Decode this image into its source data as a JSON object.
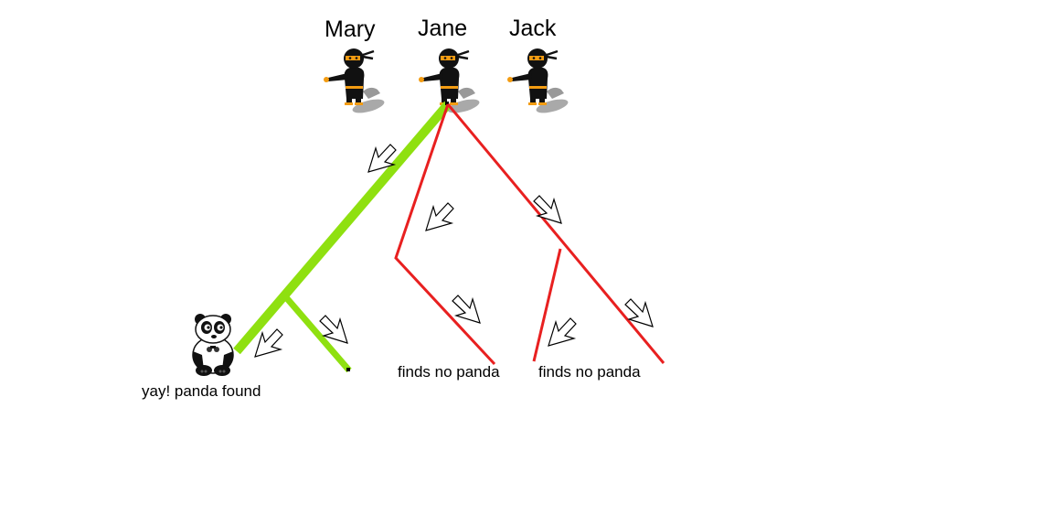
{
  "characters": [
    {
      "name": "Mary",
      "icon": "ninja-icon"
    },
    {
      "name": "Jane",
      "icon": "ninja-icon"
    },
    {
      "name": "Jack",
      "icon": "ninja-icon"
    }
  ],
  "outcomes": {
    "found": "yay! panda found",
    "not_found_1": "finds no panda",
    "not_found_2": "finds no panda"
  },
  "colors": {
    "success_path": "#8fe010",
    "fail_path": "#e82020",
    "arrow_outline": "#000000"
  },
  "icons": {
    "ninja": "ninja-icon",
    "panda": "panda-icon",
    "direction_arrow": "arrow-icon"
  }
}
